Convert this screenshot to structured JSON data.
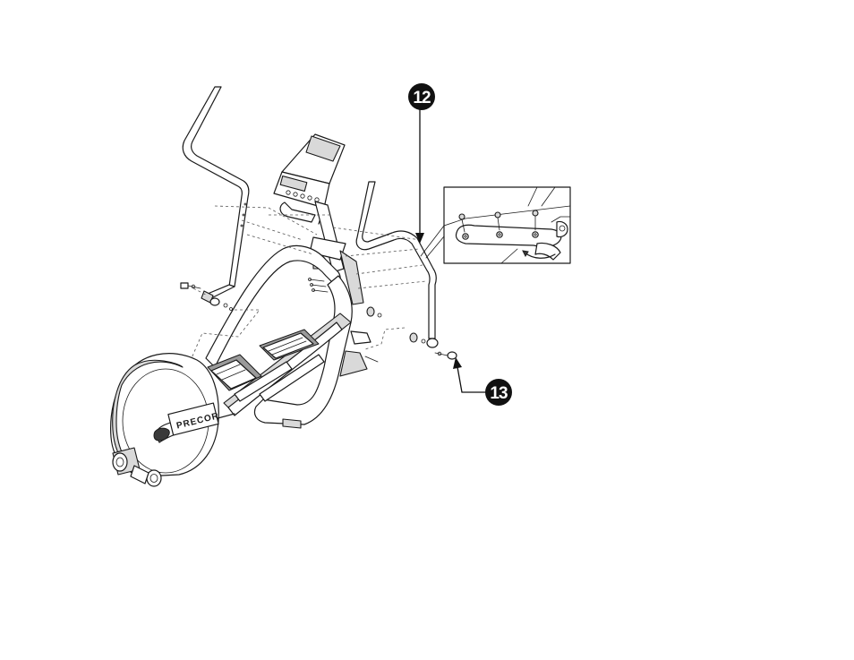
{
  "callouts": [
    {
      "id": "step-12",
      "label": "12"
    },
    {
      "id": "step-13",
      "label": "13"
    }
  ],
  "brand_logo": {
    "text": "PRECOR"
  },
  "colors": {
    "line": "#1a1a1a",
    "callout_fill": "#111111",
    "callout_text": "#ffffff",
    "background": "#ffffff"
  }
}
